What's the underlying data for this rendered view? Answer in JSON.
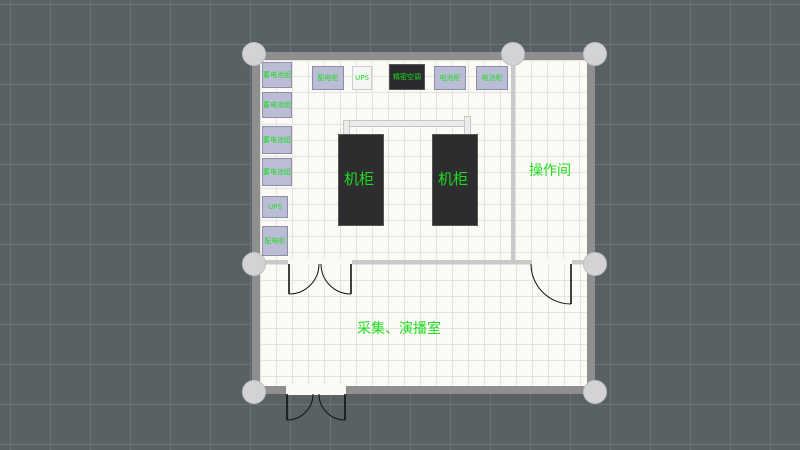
{
  "rooms": {
    "equipment_room": {
      "cabinet_label": "机柜"
    },
    "operation_room": {
      "label": "操作间"
    },
    "broadcast_room": {
      "label": "采集、演播室"
    }
  },
  "equipment": {
    "battery_units": [
      "蓄电池组",
      "蓄电池组",
      "蓄电池组",
      "蓄电池组"
    ],
    "ups_side": "UPS",
    "distribution_side": "配电柜",
    "top_row": [
      "配电柜",
      "UPS",
      "精密空调",
      "电池柜",
      "电池柜"
    ]
  },
  "colors": {
    "label": "#1fdc1f",
    "floor": "#fbfaf5",
    "equipment": "#bbbdd6",
    "cabinet": "#2d2d30"
  }
}
